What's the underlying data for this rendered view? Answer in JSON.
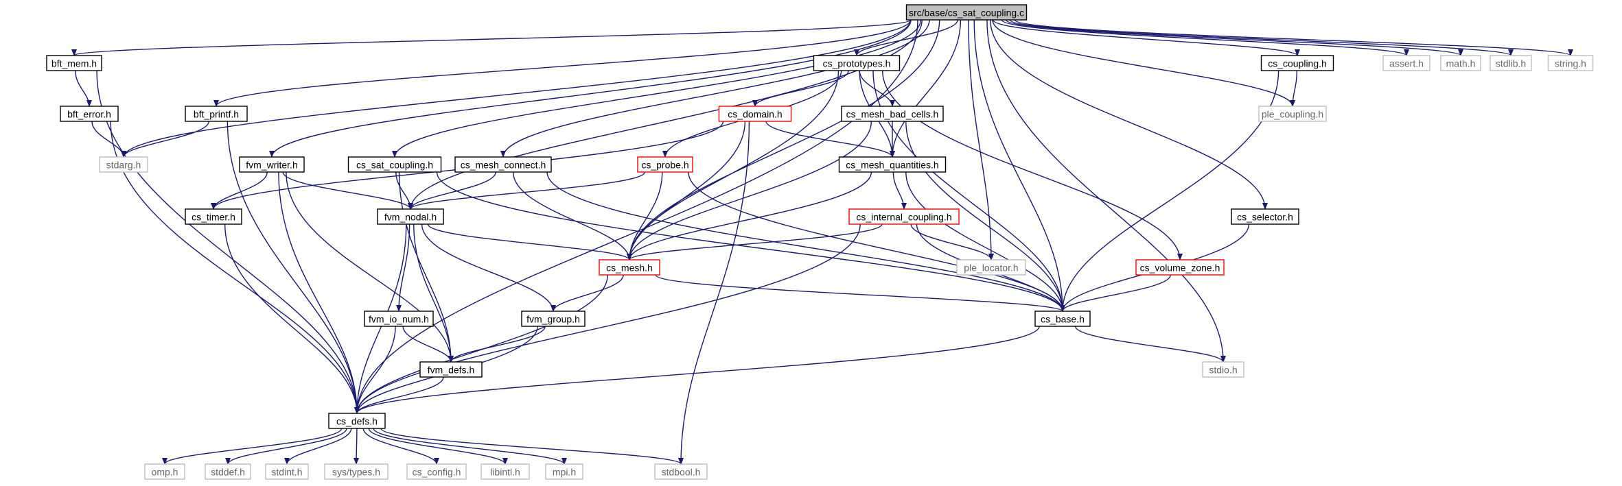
{
  "colors": {
    "edge": "#191970",
    "root_fill": "#bfbfbf",
    "root_border": "#000000",
    "node_border": "#000000",
    "truncated_border": "#ff0000",
    "external_border": "#bfbfbf",
    "external_text": "#666666",
    "text": "#000000"
  },
  "nodes": [
    {
      "id": "root",
      "label": "src/base/cs_sat_coupling.c",
      "kind": "root"
    },
    {
      "id": "bft_mem",
      "label": "bft_mem.h",
      "kind": "normal"
    },
    {
      "id": "bft_error",
      "label": "bft_error.h",
      "kind": "normal"
    },
    {
      "id": "bft_printf",
      "label": "bft_printf.h",
      "kind": "normal"
    },
    {
      "id": "stdarg",
      "label": "stdarg.h",
      "kind": "external"
    },
    {
      "id": "fvm_writer",
      "label": "fvm_writer.h",
      "kind": "normal"
    },
    {
      "id": "cs_timer",
      "label": "cs_timer.h",
      "kind": "normal"
    },
    {
      "id": "cs_sat_coupling_h",
      "label": "cs_sat_coupling.h",
      "kind": "normal"
    },
    {
      "id": "cs_mesh_connect",
      "label": "cs_mesh_connect.h",
      "kind": "normal"
    },
    {
      "id": "fvm_nodal",
      "label": "fvm_nodal.h",
      "kind": "normal"
    },
    {
      "id": "cs_prototypes",
      "label": "cs_prototypes.h",
      "kind": "normal"
    },
    {
      "id": "cs_domain",
      "label": "cs_domain.h",
      "kind": "truncated"
    },
    {
      "id": "cs_probe",
      "label": "cs_probe.h",
      "kind": "truncated"
    },
    {
      "id": "cs_mesh_bad_cells",
      "label": "cs_mesh_bad_cells.h",
      "kind": "normal"
    },
    {
      "id": "cs_mesh_quantities",
      "label": "cs_mesh_quantities.h",
      "kind": "normal"
    },
    {
      "id": "cs_internal_coupling",
      "label": "cs_internal_coupling.h",
      "kind": "truncated"
    },
    {
      "id": "cs_mesh",
      "label": "cs_mesh.h",
      "kind": "truncated"
    },
    {
      "id": "ple_locator",
      "label": "ple_locator.h",
      "kind": "external"
    },
    {
      "id": "fvm_io_num",
      "label": "fvm_io_num.h",
      "kind": "normal"
    },
    {
      "id": "fvm_group",
      "label": "fvm_group.h",
      "kind": "normal"
    },
    {
      "id": "fvm_defs",
      "label": "fvm_defs.h",
      "kind": "normal"
    },
    {
      "id": "cs_defs",
      "label": "cs_defs.h",
      "kind": "normal"
    },
    {
      "id": "cs_base",
      "label": "cs_base.h",
      "kind": "normal"
    },
    {
      "id": "cs_coupling",
      "label": "cs_coupling.h",
      "kind": "normal"
    },
    {
      "id": "ple_coupling",
      "label": "ple_coupling.h",
      "kind": "external"
    },
    {
      "id": "cs_selector",
      "label": "cs_selector.h",
      "kind": "normal"
    },
    {
      "id": "cs_volume_zone",
      "label": "cs_volume_zone.h",
      "kind": "truncated"
    },
    {
      "id": "assert",
      "label": "assert.h",
      "kind": "external"
    },
    {
      "id": "math",
      "label": "math.h",
      "kind": "external"
    },
    {
      "id": "stdlib",
      "label": "stdlib.h",
      "kind": "external"
    },
    {
      "id": "string",
      "label": "string.h",
      "kind": "external"
    },
    {
      "id": "stdio",
      "label": "stdio.h",
      "kind": "external"
    },
    {
      "id": "omp",
      "label": "omp.h",
      "kind": "external"
    },
    {
      "id": "stddef",
      "label": "stddef.h",
      "kind": "external"
    },
    {
      "id": "stdint",
      "label": "stdint.h",
      "kind": "external"
    },
    {
      "id": "sys_types",
      "label": "sys/types.h",
      "kind": "external"
    },
    {
      "id": "cs_config",
      "label": "cs_config.h",
      "kind": "external"
    },
    {
      "id": "libintl",
      "label": "libintl.h",
      "kind": "external"
    },
    {
      "id": "mpi",
      "label": "mpi.h",
      "kind": "external"
    },
    {
      "id": "stdbool",
      "label": "stdbool.h",
      "kind": "external"
    }
  ],
  "edges": [
    [
      "root",
      "bft_mem"
    ],
    [
      "root",
      "stdarg"
    ],
    [
      "root",
      "bft_printf"
    ],
    [
      "root",
      "cs_defs"
    ],
    [
      "root",
      "fvm_writer"
    ],
    [
      "root",
      "fvm_nodal"
    ],
    [
      "root",
      "cs_sat_coupling_h"
    ],
    [
      "root",
      "cs_mesh_connect"
    ],
    [
      "root",
      "cs_mesh"
    ],
    [
      "root",
      "cs_prototypes"
    ],
    [
      "root",
      "cs_mesh_quantities"
    ],
    [
      "root",
      "ple_locator"
    ],
    [
      "root",
      "cs_base"
    ],
    [
      "root",
      "cs_coupling"
    ],
    [
      "root",
      "ple_coupling"
    ],
    [
      "root",
      "cs_selector"
    ],
    [
      "root",
      "assert"
    ],
    [
      "root",
      "math"
    ],
    [
      "root",
      "stdlib"
    ],
    [
      "root",
      "string"
    ],
    [
      "root",
      "stdio"
    ],
    [
      "bft_mem",
      "bft_error"
    ],
    [
      "bft_mem",
      "cs_defs"
    ],
    [
      "bft_error",
      "stdarg"
    ],
    [
      "bft_error",
      "cs_defs"
    ],
    [
      "bft_printf",
      "stdarg"
    ],
    [
      "bft_printf",
      "cs_defs"
    ],
    [
      "fvm_writer",
      "cs_timer"
    ],
    [
      "fvm_writer",
      "fvm_nodal"
    ],
    [
      "fvm_writer",
      "fvm_defs"
    ],
    [
      "fvm_writer",
      "cs_defs"
    ],
    [
      "cs_timer",
      "cs_defs"
    ],
    [
      "cs_sat_coupling_h",
      "fvm_nodal"
    ],
    [
      "cs_sat_coupling_h",
      "fvm_defs"
    ],
    [
      "cs_sat_coupling_h",
      "cs_base"
    ],
    [
      "cs_mesh_connect",
      "fvm_nodal"
    ],
    [
      "cs_mesh_connect",
      "cs_mesh"
    ],
    [
      "cs_mesh_connect",
      "cs_base"
    ],
    [
      "cs_prototypes",
      "cs_domain"
    ],
    [
      "cs_prototypes",
      "cs_probe"
    ],
    [
      "cs_prototypes",
      "cs_mesh_bad_cells"
    ],
    [
      "cs_prototypes",
      "cs_mesh_quantities"
    ],
    [
      "cs_prototypes",
      "cs_mesh"
    ],
    [
      "cs_prototypes",
      "cs_volume_zone"
    ],
    [
      "cs_prototypes",
      "cs_base"
    ],
    [
      "cs_domain",
      "cs_timer"
    ],
    [
      "cs_domain",
      "cs_mesh_quantities"
    ],
    [
      "cs_domain",
      "cs_mesh"
    ],
    [
      "cs_domain",
      "stdbool"
    ],
    [
      "cs_probe",
      "fvm_nodal"
    ],
    [
      "cs_probe",
      "cs_mesh"
    ],
    [
      "cs_probe",
      "cs_base"
    ],
    [
      "cs_mesh_bad_cells",
      "cs_mesh_quantities"
    ],
    [
      "cs_mesh_bad_cells",
      "cs_mesh"
    ],
    [
      "cs_mesh_bad_cells",
      "cs_base"
    ],
    [
      "cs_mesh_quantities",
      "cs_internal_coupling"
    ],
    [
      "cs_mesh_quantities",
      "cs_mesh"
    ],
    [
      "cs_mesh_quantities",
      "cs_base"
    ],
    [
      "cs_internal_coupling",
      "cs_mesh"
    ],
    [
      "cs_internal_coupling",
      "ple_locator"
    ],
    [
      "cs_internal_coupling",
      "cs_base"
    ],
    [
      "cs_internal_coupling",
      "cs_defs"
    ],
    [
      "fvm_nodal",
      "cs_mesh"
    ],
    [
      "fvm_nodal",
      "fvm_io_num"
    ],
    [
      "fvm_nodal",
      "fvm_group"
    ],
    [
      "fvm_nodal",
      "fvm_defs"
    ],
    [
      "fvm_nodal",
      "cs_defs"
    ],
    [
      "cs_mesh",
      "fvm_group"
    ],
    [
      "cs_mesh",
      "cs_base"
    ],
    [
      "cs_mesh",
      "cs_defs"
    ],
    [
      "fvm_io_num",
      "fvm_defs"
    ],
    [
      "fvm_io_num",
      "cs_defs"
    ],
    [
      "fvm_group",
      "fvm_defs"
    ],
    [
      "fvm_group",
      "cs_defs"
    ],
    [
      "fvm_defs",
      "cs_defs"
    ],
    [
      "cs_base",
      "cs_defs"
    ],
    [
      "cs_base",
      "stdio"
    ],
    [
      "cs_coupling",
      "ple_coupling"
    ],
    [
      "cs_coupling",
      "cs_base"
    ],
    [
      "cs_selector",
      "cs_base"
    ],
    [
      "cs_volume_zone",
      "cs_base"
    ],
    [
      "cs_defs",
      "omp"
    ],
    [
      "cs_defs",
      "stddef"
    ],
    [
      "cs_defs",
      "stdint"
    ],
    [
      "cs_defs",
      "sys_types"
    ],
    [
      "cs_defs",
      "cs_config"
    ],
    [
      "cs_defs",
      "libintl"
    ],
    [
      "cs_defs",
      "mpi"
    ],
    [
      "cs_defs",
      "stdbool"
    ]
  ]
}
